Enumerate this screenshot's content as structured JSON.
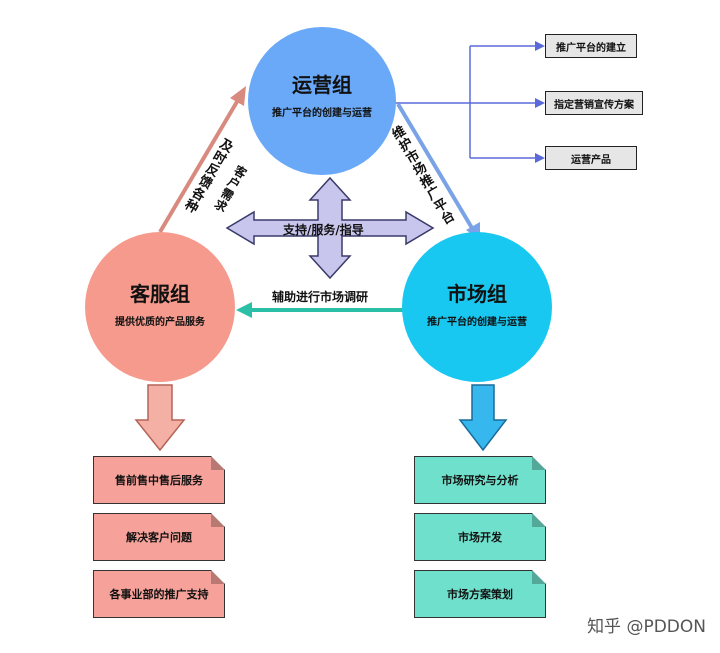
{
  "ops": {
    "title": "运营组",
    "subtitle": "推广平台的创建与运营"
  },
  "service": {
    "title": "客服组",
    "subtitle": "提供优质的产品服务"
  },
  "market": {
    "title": "市场组",
    "subtitle": "推广平台的创建与运营"
  },
  "ops_branches": [
    "推广平台的建立",
    "指定营销宣传方案",
    "运营产品"
  ],
  "service_tasks": [
    "售前售中售后服务",
    "解决客户问题",
    "各事业部的推广支持"
  ],
  "market_tasks": [
    "市场研究与分析",
    "市场开发",
    "市场方案策划"
  ],
  "links": {
    "service_to_ops_1": "及时反馈各种",
    "service_to_ops_2": "客户需求",
    "ops_to_market": "维护市场推广平台",
    "market_to_service": "辅助进行市场调研",
    "center": "支持/服务/指导"
  },
  "colors": {
    "ops": "#6aa9f7",
    "service": "#f59a8c",
    "market": "#18c8f0",
    "note_red": "#f6a29a",
    "note_teal": "#6fe0cc",
    "branch_line": "#5a6ad8"
  },
  "watermark": "知乎 @PDDON"
}
